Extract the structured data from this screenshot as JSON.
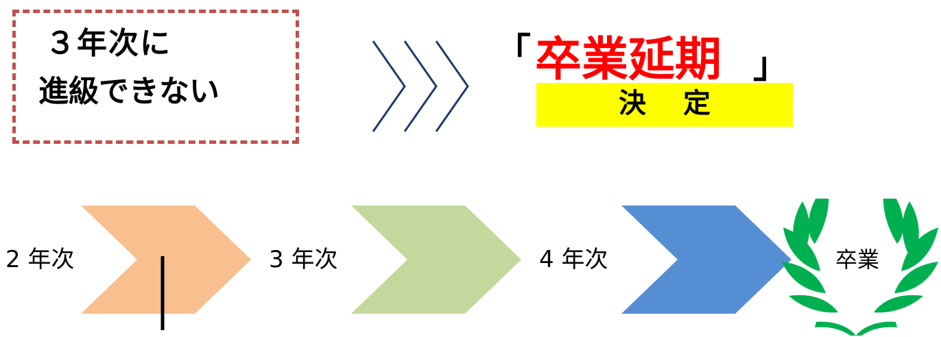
{
  "status_box": {
    "line1": "３年次に",
    "line2": "進級できない"
  },
  "result": {
    "bracket_open": "「",
    "title": "卒業延期",
    "bracket_close": "」",
    "decision": "決定"
  },
  "timeline": {
    "stages": [
      {
        "label": "2 年次",
        "color": "#f8c08f"
      },
      {
        "label": "3 年次",
        "color": "#c4d89e"
      },
      {
        "label": "4 年次",
        "color": "#568ed4"
      }
    ],
    "goal_label": "卒業"
  },
  "colors": {
    "dashed_border": "#c0504d",
    "highlight": "#ffff00",
    "title_red": "#ff0000",
    "arrow_navy": "#1f3a6b",
    "laurel_green": "#00b050"
  },
  "icons": {
    "arrows": "triple-chevron-right-icon",
    "goal": "laurel-wreath-icon"
  }
}
